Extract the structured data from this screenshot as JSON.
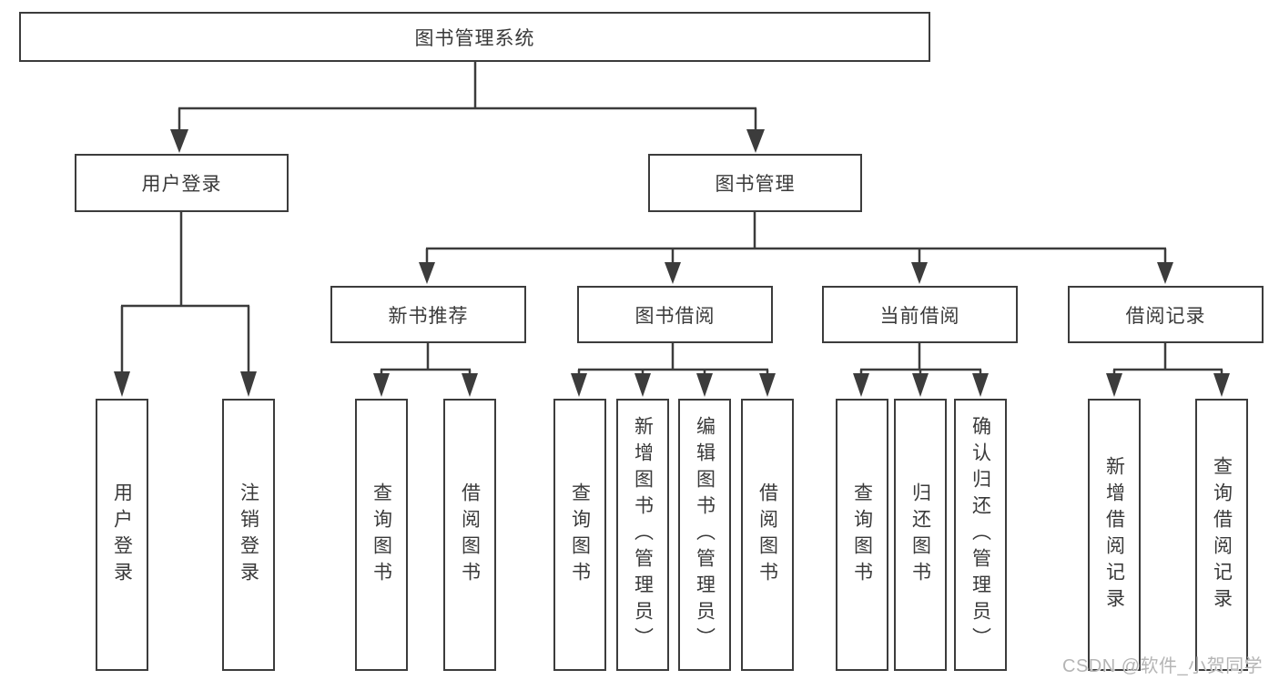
{
  "diagram": {
    "root_label": "图书管理系统",
    "branches": [
      {
        "label": "用户登录",
        "children": [
          "用户登录",
          "注销登录"
        ]
      },
      {
        "label": "图书管理",
        "sections": [
          {
            "label": "新书推荐",
            "children": [
              "查询图书",
              "借阅图书"
            ]
          },
          {
            "label": "图书借阅",
            "children": [
              "查询图书",
              "新增图书（管理员）",
              "编辑图书（管理员）",
              "借阅图书"
            ]
          },
          {
            "label": "当前借阅",
            "children": [
              "查询图书",
              "归还图书",
              "确认归还（管理员）"
            ]
          },
          {
            "label": "借阅记录",
            "children": [
              "新增借阅记录",
              "查询借阅记录"
            ]
          }
        ]
      }
    ]
  },
  "watermark": "CSDN @软件_小贺同学",
  "colors": {
    "line": "#3c3c3c",
    "box_border": "#3c3c3c",
    "text": "#3a3a3a",
    "watermark": "#b5b5b5",
    "background": "#ffffff"
  }
}
